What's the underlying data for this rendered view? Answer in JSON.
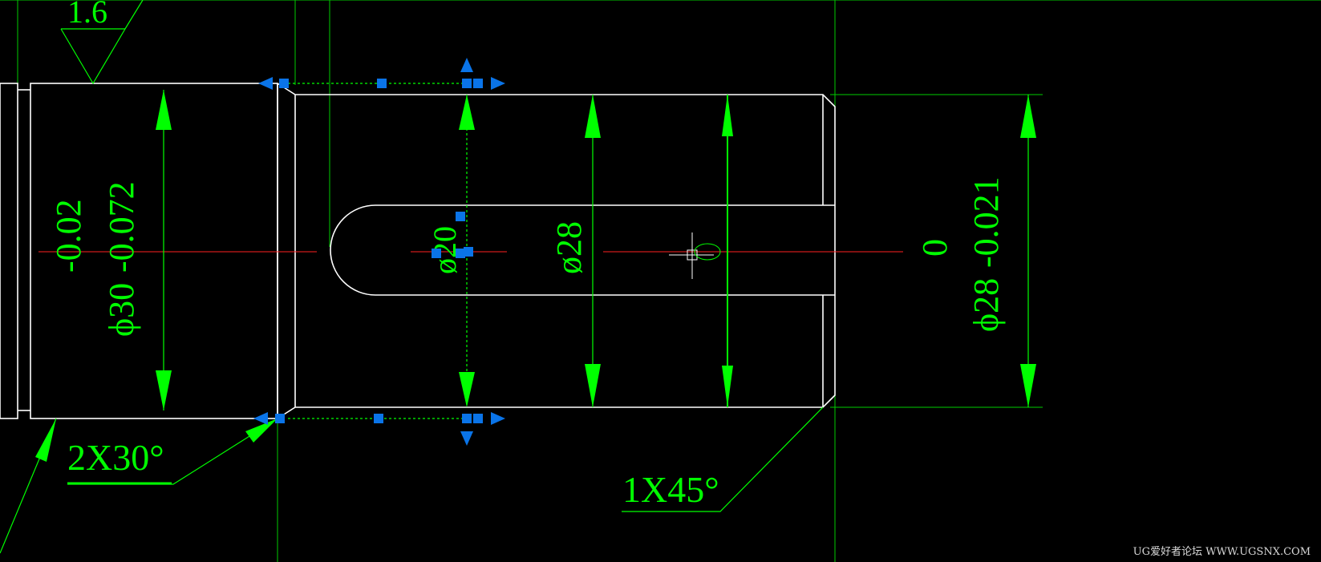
{
  "drawing": {
    "roughness_value": "1.6",
    "chamfer_left": "2X30°",
    "chamfer_right": "1X45°",
    "dim_left_nominal": "ϕ30",
    "dim_left_upper": "-0.02",
    "dim_left_lower": "-0.072",
    "dim_slot_dia": "ø20",
    "dim_shaft_dia": "ø28",
    "dim_right_nominal": "ϕ28",
    "dim_right_upper": "0",
    "dim_right_lower": "-0.021"
  },
  "watermark": "UG爱好者论坛 WWW.UGSNX.COM",
  "colors": {
    "background": "#000000",
    "geometry": "#ffffff",
    "dimension": "#00ff00",
    "centerline": "#ff0000",
    "grip": "#0a74e8"
  }
}
